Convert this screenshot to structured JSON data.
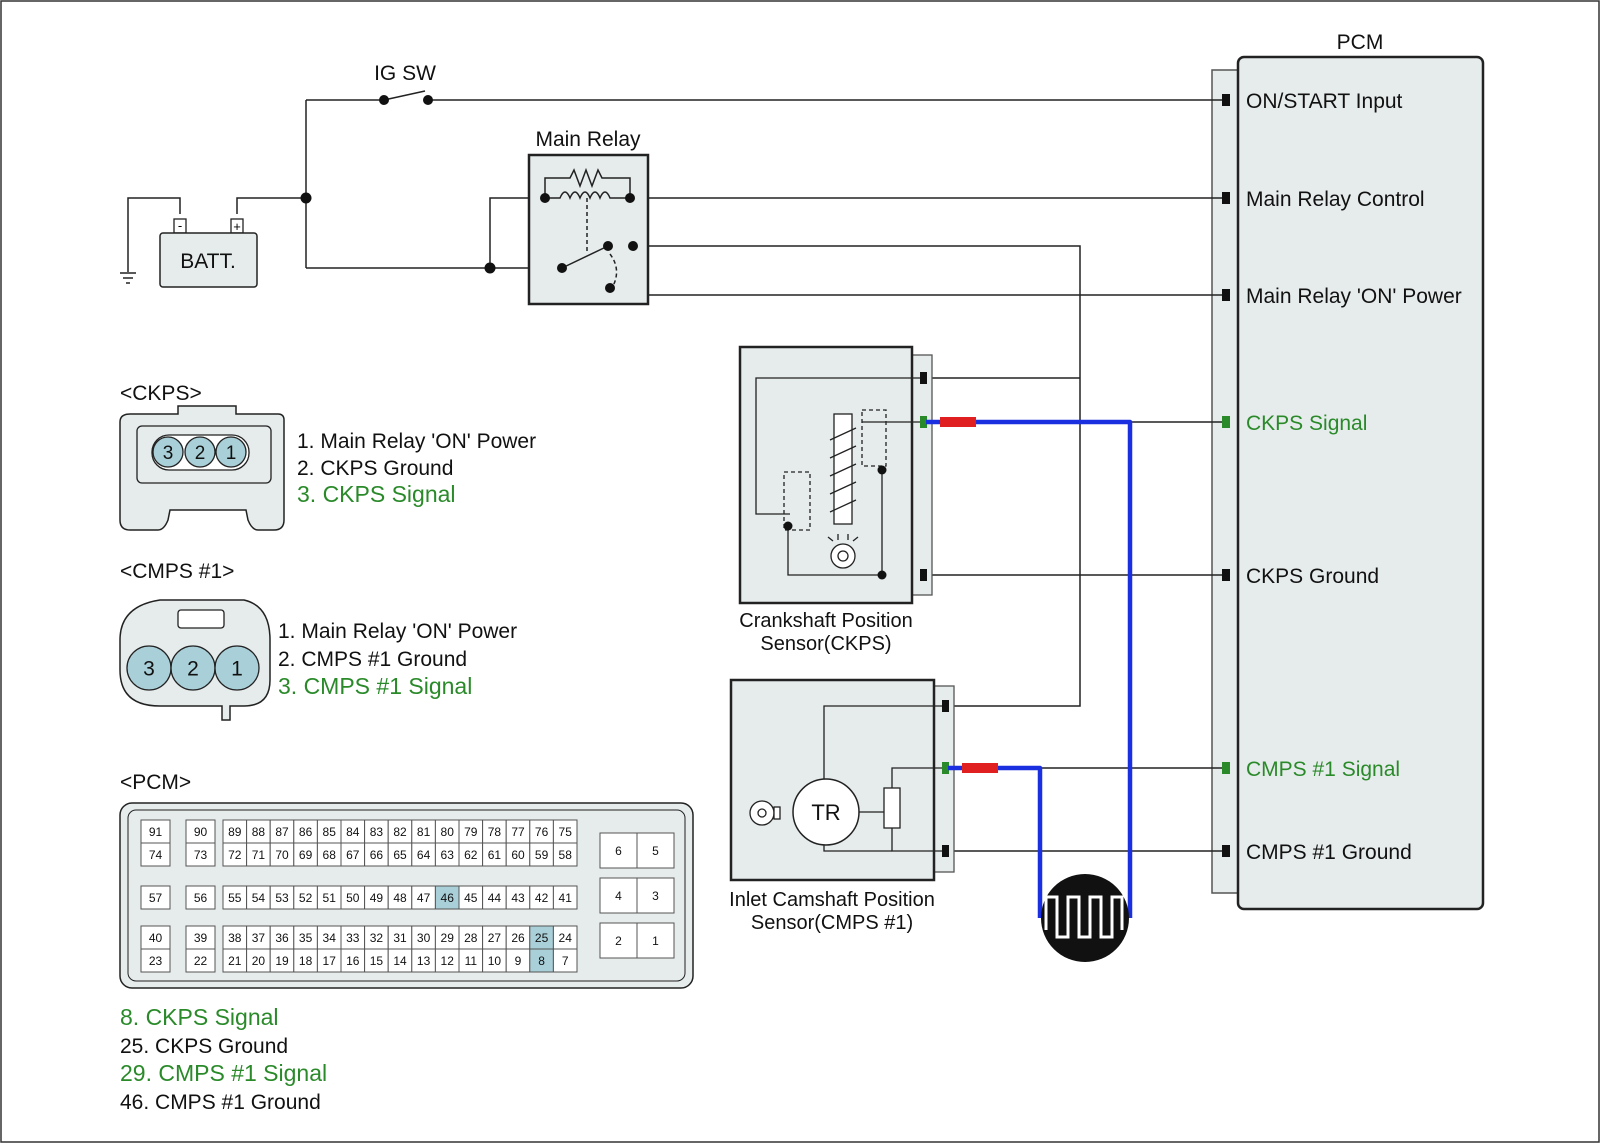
{
  "colors": {
    "wire": "#222222",
    "signal_wire": "#1a2fe0",
    "probe": "#e02020",
    "signal_text": "#2a8a2a",
    "box_fill": "#e6ebeb",
    "pin_fill": "#a9cfd8"
  },
  "top": {
    "ig_sw": "IG SW",
    "main_relay": "Main Relay",
    "battery": "BATT.",
    "batt_minus": "-",
    "batt_plus": "+"
  },
  "pcm": {
    "title": "PCM",
    "terminals": [
      {
        "label": "ON/START Input",
        "signal": false
      },
      {
        "label": "Main Relay Control",
        "signal": false
      },
      {
        "label": "Main Relay 'ON' Power",
        "signal": false
      },
      {
        "label": "CKPS Signal",
        "signal": true
      },
      {
        "label": "CKPS Ground",
        "signal": false
      },
      {
        "label": "CMPS #1 Signal",
        "signal": true
      },
      {
        "label": "CMPS #1 Ground",
        "signal": false
      }
    ]
  },
  "sensors": {
    "ckps_name": [
      "Crankshaft Position",
      "Sensor(CKPS)"
    ],
    "cmps_name": [
      "Inlet Camshaft Position",
      "Sensor(CMPS #1)"
    ],
    "tr_label": "TR"
  },
  "ckps_connector": {
    "title": "<CKPS>",
    "pins": [
      "3",
      "2",
      "1"
    ],
    "items": [
      {
        "text": "1. Main Relay 'ON' Power",
        "signal": false
      },
      {
        "text": "2. CKPS Ground",
        "signal": false
      },
      {
        "text": "3. CKPS Signal",
        "signal": true
      }
    ]
  },
  "cmps_connector": {
    "title": "<CMPS #1>",
    "pins": [
      "3",
      "2",
      "1"
    ],
    "items": [
      {
        "text": "1. Main Relay 'ON' Power",
        "signal": false
      },
      {
        "text": "2. CMPS #1 Ground",
        "signal": false
      },
      {
        "text": "3. CMPS #1 Signal",
        "signal": true
      }
    ]
  },
  "pcm_connector": {
    "title": "<PCM>",
    "pin_rows": [
      [
        "91",
        "90",
        "89",
        "88",
        "87",
        "86",
        "85",
        "84",
        "83",
        "82",
        "81",
        "80",
        "79",
        "78",
        "77",
        "76",
        "75"
      ],
      [
        "74",
        "73",
        "72",
        "71",
        "70",
        "69",
        "68",
        "67",
        "66",
        "65",
        "64",
        "63",
        "62",
        "61",
        "60",
        "59",
        "58"
      ],
      [
        "57",
        "56",
        "55",
        "54",
        "53",
        "52",
        "51",
        "50",
        "49",
        "48",
        "47",
        "46",
        "45",
        "44",
        "43",
        "42",
        "41"
      ],
      [
        "40",
        "39",
        "38",
        "37",
        "36",
        "35",
        "34",
        "33",
        "32",
        "31",
        "30",
        "29",
        "28",
        "27",
        "26",
        "25",
        "24"
      ],
      [
        "23",
        "22",
        "21",
        "20",
        "19",
        "18",
        "17",
        "16",
        "15",
        "14",
        "13",
        "12",
        "11",
        "10",
        "9",
        "8",
        "7"
      ]
    ],
    "side_pins": [
      [
        "6",
        "5"
      ],
      [
        "4",
        "3"
      ],
      [
        "2",
        "1"
      ]
    ],
    "highlighted": [
      "46",
      "25",
      "8"
    ],
    "items": [
      {
        "text": "8. CKPS Signal",
        "signal": true
      },
      {
        "text": "25. CKPS Ground",
        "signal": false
      },
      {
        "text": "29. CMPS #1 Signal",
        "signal": true
      },
      {
        "text": "46. CMPS #1 Ground",
        "signal": false
      }
    ]
  }
}
